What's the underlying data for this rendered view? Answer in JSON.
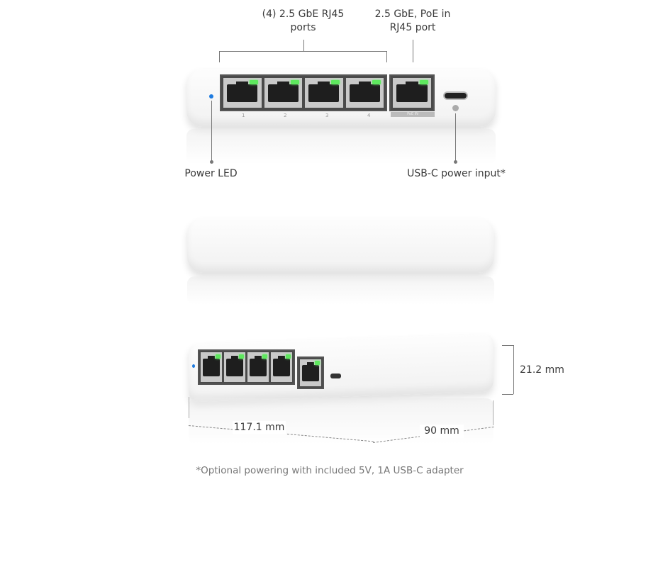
{
  "labels": {
    "ports_2_5": "(4) 2.5 GbE RJ45\nports",
    "poe_port": "2.5 GbE, PoE in\nRJ45 port",
    "power_led": "Power LED",
    "usb_c": "USB-C power input*"
  },
  "port_numbers": [
    "1",
    "2",
    "3",
    "4"
  ],
  "poe_tag": "PoE IN",
  "dimensions": {
    "height": "21.2 mm",
    "width": "117.1 mm",
    "depth": "90 mm"
  },
  "footnote": "*Optional powering with included 5V, 1A USB-C adapter",
  "colors": {
    "led_blue": "#1e7be0",
    "port_led_green": "#5ee85e"
  }
}
